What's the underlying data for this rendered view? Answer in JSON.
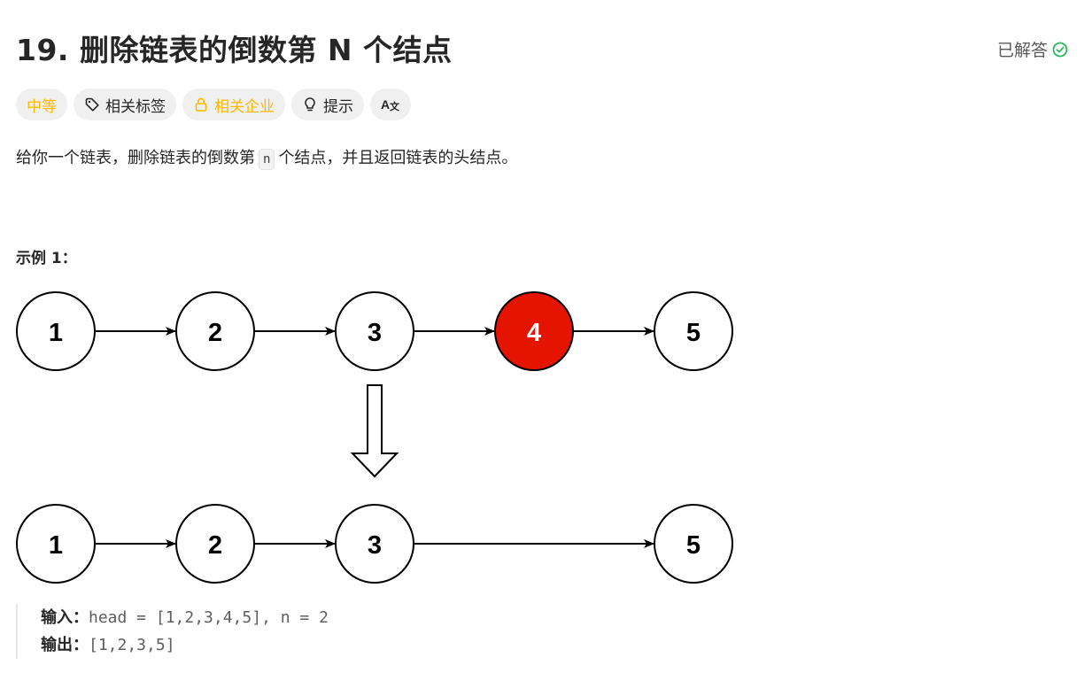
{
  "problem": {
    "title": "19. 删除链表的倒数第 N 个结点",
    "status_label": "已解答",
    "tags": {
      "difficulty": "中等",
      "related_tags": "相关标签",
      "related_companies": "相关企业",
      "hint": "提示"
    },
    "description_before": "给你一个链表，删除链表的倒数第",
    "description_code": "n",
    "description_after": "个结点，并且返回链表的头结点。"
  },
  "example": {
    "title": "示例 1：",
    "before_nodes": [
      "1",
      "2",
      "3",
      "4",
      "5"
    ],
    "after_nodes": [
      "1",
      "2",
      "3",
      "5"
    ],
    "removed_node": "4",
    "input_label": "输入：",
    "input_value": "head = [1,2,3,4,5], n = 2",
    "output_label": "输出：",
    "output_value": "[1,2,3,5]"
  },
  "colors": {
    "accent_success": "#2db55d",
    "difficulty": "#ffb800",
    "removed_node_fill": "#e51400"
  },
  "icons": [
    "check-circle-icon",
    "tag-icon",
    "lock-icon",
    "lightbulb-icon",
    "translate-icon"
  ]
}
